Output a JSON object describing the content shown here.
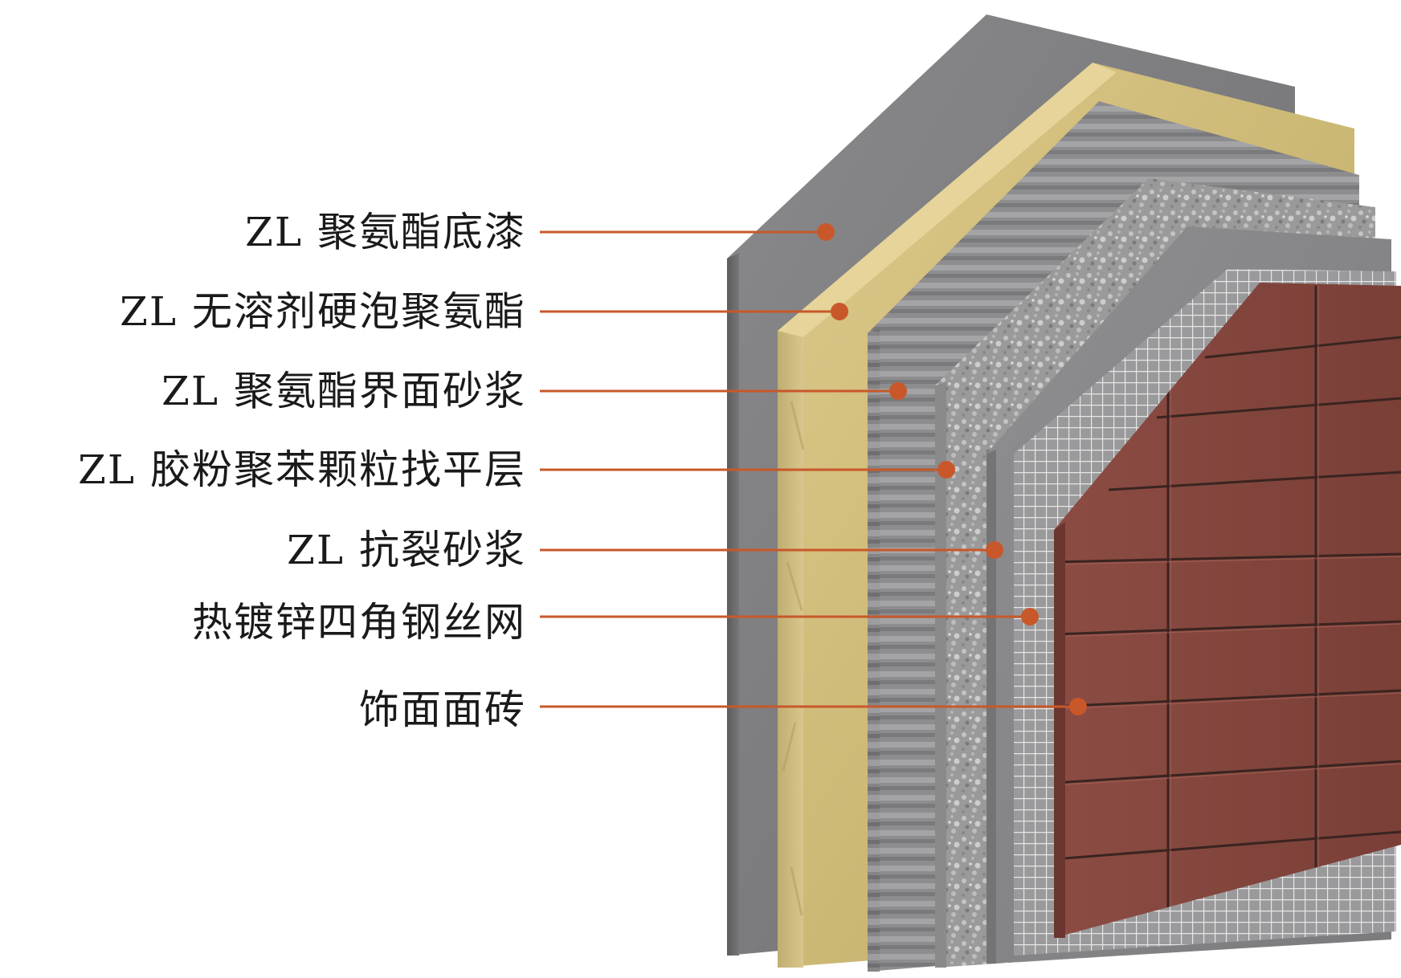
{
  "layers": [
    {
      "label": "ZL 聚氨酯底漆"
    },
    {
      "label": "ZL 无溶剂硬泡聚氨酯"
    },
    {
      "label": "ZL 聚氨酯界面砂浆"
    },
    {
      "label": "ZL 胶粉聚苯颗粒找平层"
    },
    {
      "label": "ZL 抗裂砂浆"
    },
    {
      "label": "热镀锌四角钢丝网"
    },
    {
      "label": "饰面面砖"
    }
  ],
  "colors": {
    "leader": "#c8582a",
    "wall": "#7d7d7f",
    "foam": "#cbb878",
    "interface": "#8a8a8c",
    "levelling": "#9b9b9b",
    "mortar": "#8e8e90",
    "mesh": "#c9c9c9",
    "tile": "#8a4a40"
  }
}
